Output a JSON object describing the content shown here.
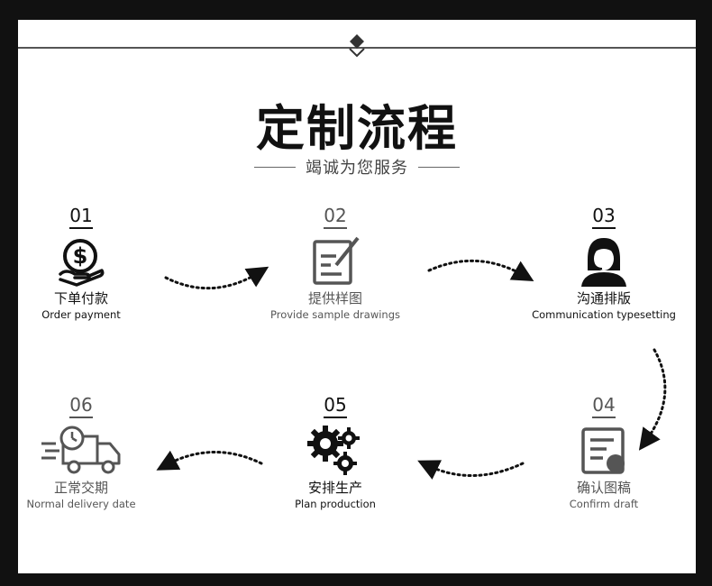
{
  "title": "定制流程",
  "subtitle": "竭诚为您服务",
  "steps": [
    {
      "num": "01",
      "cn": "下单付款",
      "en": "Order payment"
    },
    {
      "num": "02",
      "cn": "提供样图",
      "en": "Provide sample drawings"
    },
    {
      "num": "03",
      "cn": "沟通排版",
      "en": "Communication typesetting"
    },
    {
      "num": "04",
      "cn": "确认图稿",
      "en": "Confirm draft"
    },
    {
      "num": "05",
      "cn": "安排生产",
      "en": "Plan production"
    },
    {
      "num": "06",
      "cn": "正常交期",
      "en": "Normal delivery date"
    }
  ],
  "icons": [
    "money-hand-icon",
    "edit-document-icon",
    "customer-service-icon",
    "document-approve-icon",
    "gears-icon",
    "delivery-truck-icon"
  ],
  "colors": {
    "dark": "#111111",
    "gray": "#555555",
    "frame": "#111111",
    "panel": "#ffffff"
  }
}
